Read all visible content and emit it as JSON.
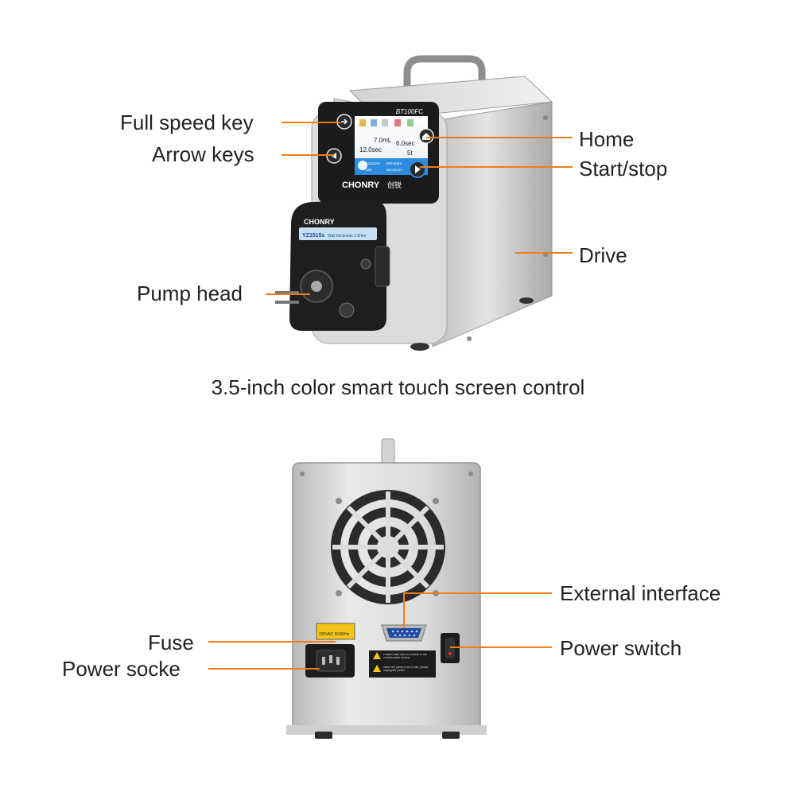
{
  "front": {
    "model_label": "BT100FC",
    "brand": "CHONRY",
    "brand_cn": "创锐",
    "screen": {
      "row1_left": "7.0mL",
      "row2_left": "12.0sec",
      "row1_right": "6.0sec",
      "row2_right": "5t",
      "tube_line1_a": "YZ1515x",
      "tube_line1_b": "600.0rpm",
      "tube_line1_c": "4.7mL",
      "tube_line2_a": "13#",
      "tube_line2_b": "35.0mL/m",
      "tube_line2_c": "2t"
    },
    "pump_head_label_a": "YZ1515x",
    "pump_head_label_b": "Wall thickness 1.6mm",
    "callouts": {
      "full_speed_key": "Full speed key",
      "arrow_keys": "Arrow keys",
      "home": "Home",
      "start_stop": "Start/stop",
      "drive": "Drive",
      "pump_head": "Pump head"
    }
  },
  "caption": "3.5-inch color smart touch screen control",
  "back": {
    "voltage_label": "220VAC 50/60Hz",
    "warning_line1": "Please make sure to connect to the correct power source.",
    "warning_line2": "When the pump is not in use, please unplug the power.",
    "callouts": {
      "external_interface": "External interface",
      "fuse": "Fuse",
      "power_socket": "Power socke",
      "power_switch": "Power switch"
    }
  },
  "colors": {
    "callout_line": "#f07d1a",
    "steel_light": "#e6e6e6",
    "steel_dark": "#9a9a9a",
    "screen_bezel": "#1b1b1b",
    "accent_blue": "#2f8be0"
  }
}
